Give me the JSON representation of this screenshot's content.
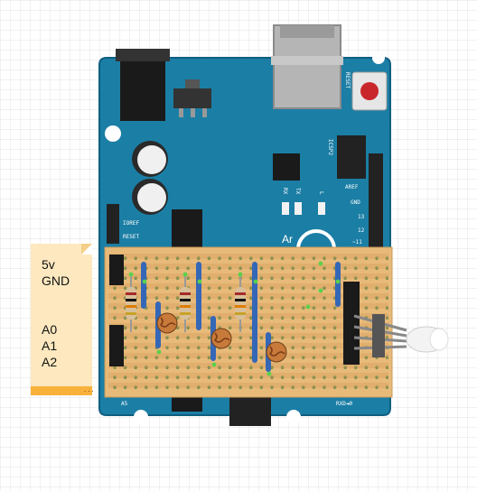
{
  "note": {
    "power": [
      "5v",
      "GND"
    ],
    "analog": [
      "A0",
      "A1",
      "A2"
    ],
    "footer_mark": "..."
  },
  "board": {
    "reset_label": "RESET",
    "icsp_label": "ICSP2",
    "tx_label": "TX",
    "rx_label": "RX",
    "l_label": "L",
    "header_labels": [
      "AREF",
      "GND",
      "13",
      "12",
      "~11"
    ],
    "left_labels": [
      "IOREF",
      "RESET"
    ],
    "bottom_left": "A5",
    "bottom_right": "RXD◄0",
    "brand_fragment": "Ar"
  },
  "colors": {
    "board": "#1b7ea5",
    "board_edge": "#0f5f80",
    "stripboard": "#e8ba7a",
    "jumper": "#3567b7",
    "note_bg": "#fde8bf",
    "note_foot": "#f8b23c"
  }
}
